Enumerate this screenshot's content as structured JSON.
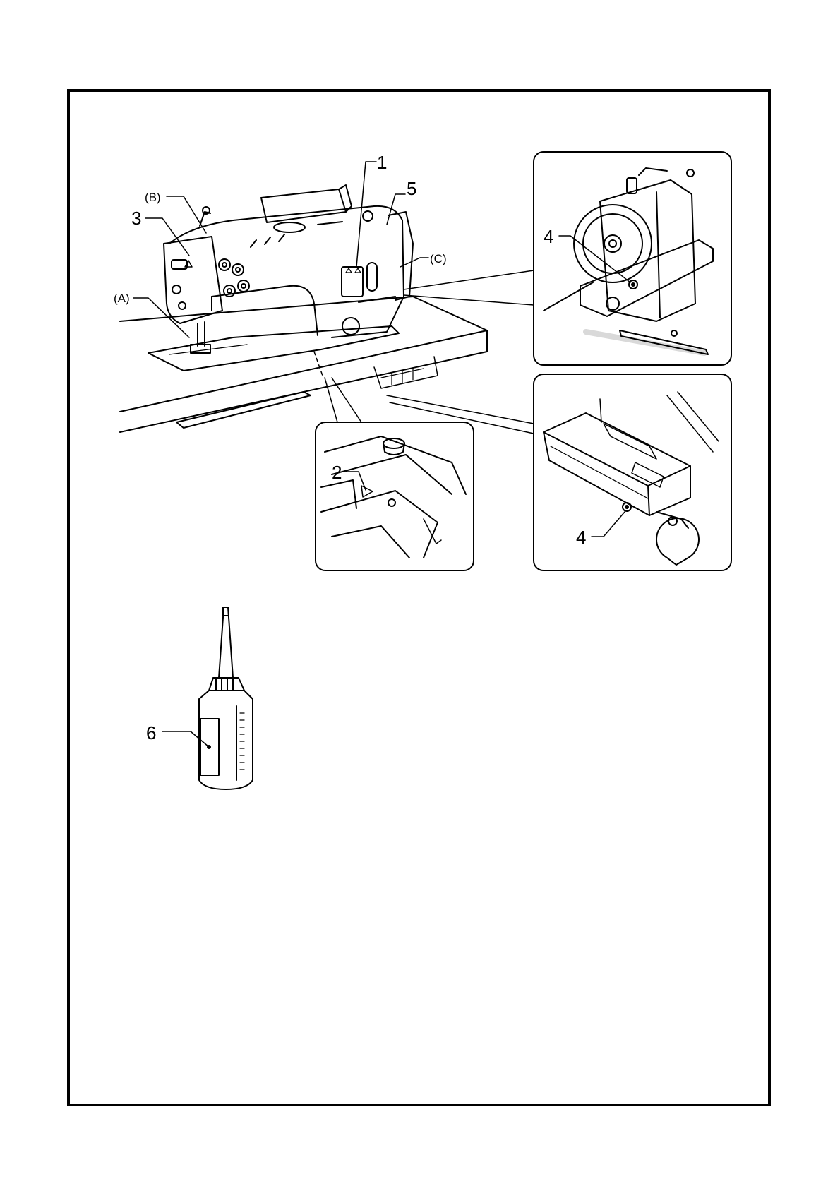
{
  "labels": {
    "part_1": "1",
    "part_2": "2",
    "part_3": "3",
    "part_4_head": "4",
    "part_4_pan": "4",
    "part_5": "5",
    "part_6": "6",
    "point_a": "(A)",
    "point_b": "(B)",
    "point_c": "(C)"
  }
}
